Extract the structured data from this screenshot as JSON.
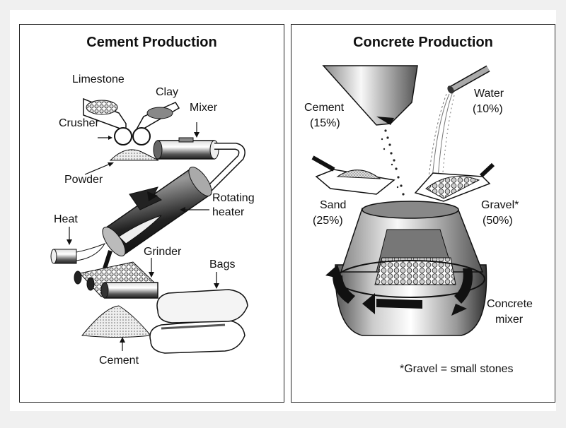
{
  "cement_panel": {
    "title": "Cement Production",
    "labels": {
      "limestone": "Limestone",
      "clay": "Clay",
      "crusher": "Crusher",
      "mixer": "Mixer",
      "powder": "Powder",
      "rotating_heater_1": "Rotating",
      "rotating_heater_2": "heater",
      "heat": "Heat",
      "grinder": "Grinder",
      "bags": "Bags",
      "cement": "Cement"
    }
  },
  "concrete_panel": {
    "title": "Concrete Production",
    "labels": {
      "cement": "Cement",
      "cement_pct": "(15%)",
      "water": "Water",
      "water_pct": "(10%)",
      "sand": "Sand",
      "sand_pct": "(25%)",
      "gravel": "Gravel*",
      "gravel_pct": "(50%)",
      "mixer_1": "Concrete",
      "mixer_2": "mixer",
      "footnote": "*Gravel = small stones"
    }
  },
  "colors": {
    "ink": "#111111",
    "panel_border": "#222222",
    "background": "#f0f0f0"
  }
}
